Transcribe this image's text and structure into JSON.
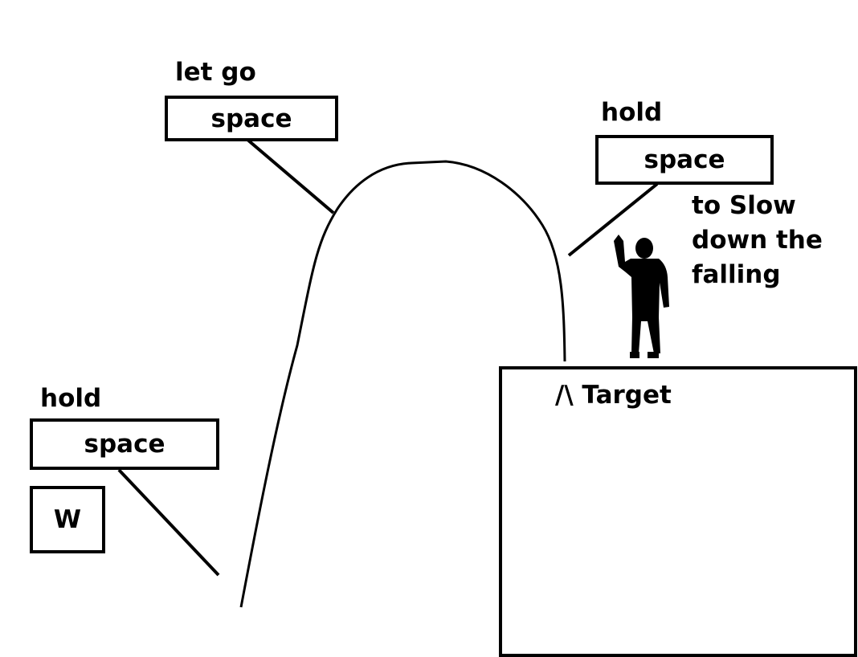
{
  "callout_letgo": {
    "label": "let go",
    "key": "space"
  },
  "callout_hold_top": {
    "label": "hold",
    "key": "space"
  },
  "callout_hold_bottom": {
    "label": "hold",
    "key": "space",
    "extra_key": "W"
  },
  "note": {
    "line1": "to Slow",
    "line2": "down the",
    "line3": "falling"
  },
  "target": {
    "label": "/\\ Target"
  },
  "colors": {
    "ink": "#000000",
    "background": "#ffffff"
  }
}
